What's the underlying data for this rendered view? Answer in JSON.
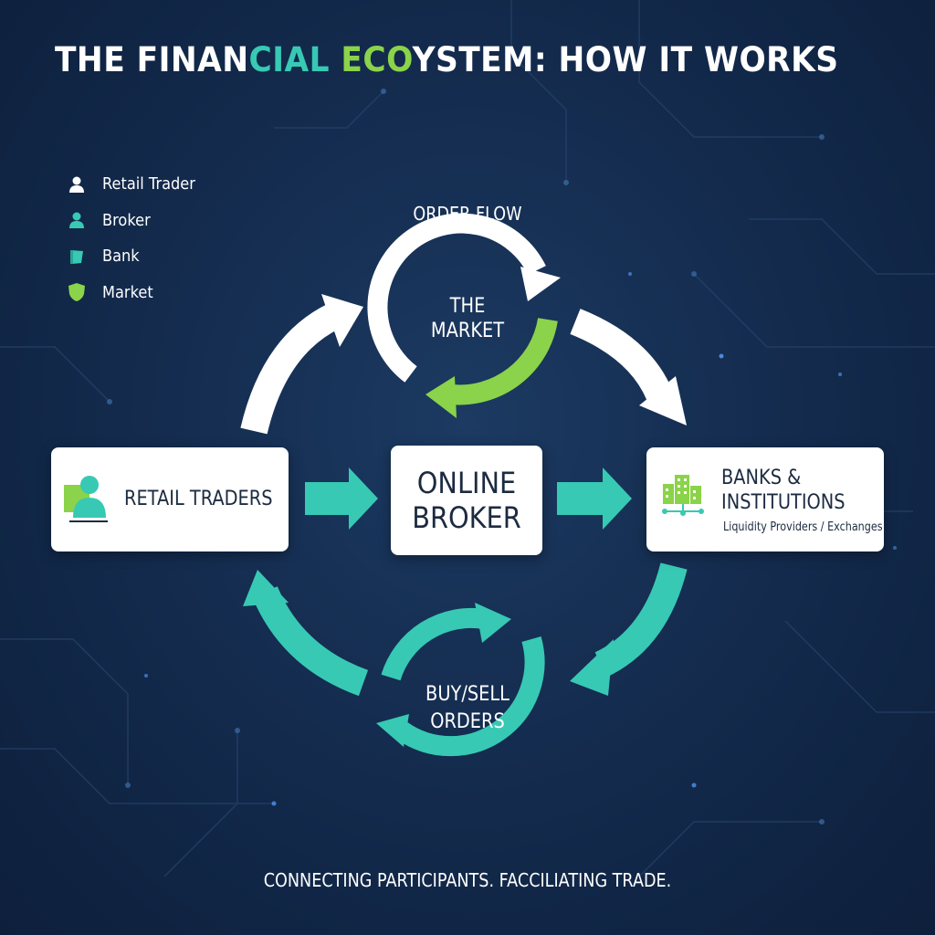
{
  "title": {
    "part1": "THE FINAN",
    "part2": "CIAL",
    "part3": " ",
    "part4": "ECO",
    "part5": "YSTEM: HOW IT WORKS"
  },
  "legend": [
    {
      "label": "Retail Trader",
      "icon": "person-icon",
      "color": "#ffffff"
    },
    {
      "label": "Broker",
      "icon": "person-icon",
      "color": "#37c9b4"
    },
    {
      "label": "Bank",
      "icon": "flag-icon",
      "color": "#37c9b4"
    },
    {
      "label": "Market",
      "icon": "shield-icon",
      "color": "#8bd34a"
    }
  ],
  "nodes": {
    "retail": {
      "label": "RETAIL TRADERS"
    },
    "broker": {
      "line1": "ONLINE",
      "line2": "BROKER"
    },
    "banks": {
      "line1": "BANKS &",
      "line2": "INSTITUTIONS",
      "sub": "Liquidity Providers / Exchanges"
    }
  },
  "cycles": {
    "order_flow": "ORDER FLOW",
    "market": {
      "line1": "THE",
      "line2": "MARKET"
    },
    "buy_sell": {
      "line1": "BUY/SELL",
      "line2": "ORDERS"
    }
  },
  "footer": "CONNECTING PARTICIPANTS. FACCILIATING TRADE.",
  "colors": {
    "background": "#142c4f",
    "teal": "#37c9b4",
    "green": "#8bd34a",
    "white": "#ffffff",
    "node_text": "#1c2b40"
  }
}
